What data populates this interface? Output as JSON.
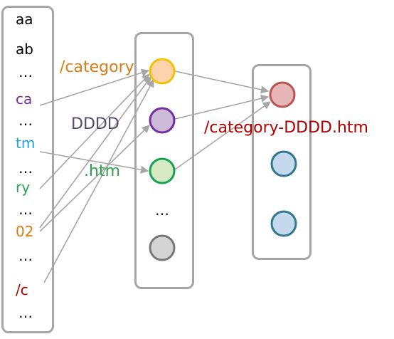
{
  "colors": {
    "arrow": "#a6a6a6",
    "box_border": "#a6a6a6",
    "orange": "#e07b12",
    "purple": "#7030a0",
    "cyan": "#1aa3d9",
    "green": "#2aa34a",
    "dark_red": "#b00000",
    "dark_purple_text": "#5a4a6e"
  },
  "input_tokens": [
    {
      "id": "aa",
      "text": "aa",
      "color": "#000000"
    },
    {
      "id": "ab",
      "text": "ab",
      "color": "#000000"
    },
    {
      "id": "dots1",
      "text": "…",
      "color": "#000000"
    },
    {
      "id": "ca",
      "text": "ca",
      "color": "#7030a0"
    },
    {
      "id": "dots2",
      "text": "…",
      "color": "#000000"
    },
    {
      "id": "tm",
      "text": "tm",
      "color": "#1aa3d9"
    },
    {
      "id": "dots3",
      "text": "…",
      "color": "#000000"
    },
    {
      "id": "ry",
      "text": "ry",
      "color": "#2aa34a"
    },
    {
      "id": "dots4",
      "text": "…",
      "color": "#000000"
    },
    {
      "id": "02",
      "text": "02",
      "color": "#e07b12"
    },
    {
      "id": "dots5",
      "text": "…",
      "color": "#000000"
    },
    {
      "id": "slashc",
      "text": "/c",
      "color": "#b00000"
    },
    {
      "id": "dots6",
      "text": "…",
      "color": "#000000"
    }
  ],
  "middle_nodes": [
    {
      "id": "m1",
      "fill": "#fdd3ad",
      "stroke": "#f5c000"
    },
    {
      "id": "m2",
      "fill": "#cdb9d8",
      "stroke": "#7030a0"
    },
    {
      "id": "m3",
      "fill": "#d6e8c4",
      "stroke": "#14a44d"
    },
    {
      "id": "mdots",
      "text": "…"
    },
    {
      "id": "m4",
      "fill": "#d4d4d4",
      "stroke": "#777777"
    }
  ],
  "output_nodes": [
    {
      "id": "o1",
      "fill": "#e6b6b6",
      "stroke": "#b85450"
    },
    {
      "id": "o2",
      "fill": "#c5d9ee",
      "stroke": "#31788d"
    },
    {
      "id": "o3",
      "fill": "#c5d9ee",
      "stroke": "#31788d"
    }
  ],
  "labels": {
    "category": "/category",
    "dddd": "DDDD",
    "htm": ".htm",
    "result": "/category-DDDD.htm"
  }
}
